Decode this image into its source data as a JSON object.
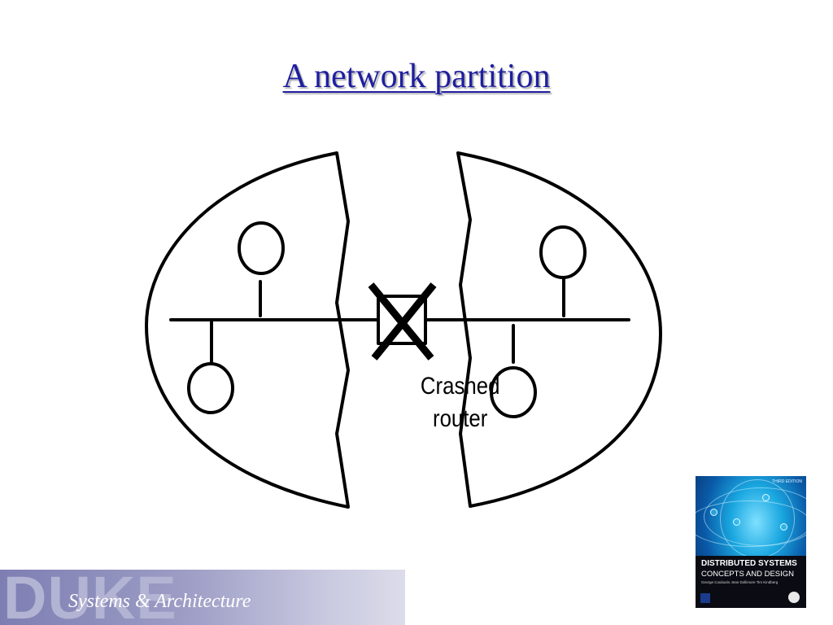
{
  "title": "A network partition",
  "diagram": {
    "router_label_line1": "Crashed",
    "router_label_line2": "router",
    "partitions": [
      "left-network",
      "right-network"
    ],
    "left_hosts": 2,
    "right_hosts": 2
  },
  "footer": {
    "logo_text": "DUKE",
    "caption": "Systems & Architecture"
  },
  "book_cover": {
    "edition": "THIRD EDITION",
    "title_line1": "DISTRIBUTED SYSTEMS",
    "title_line2": "CONCEPTS AND DESIGN",
    "authors": "George Coulouris   Jean Dollimore   Tim Kindberg"
  }
}
